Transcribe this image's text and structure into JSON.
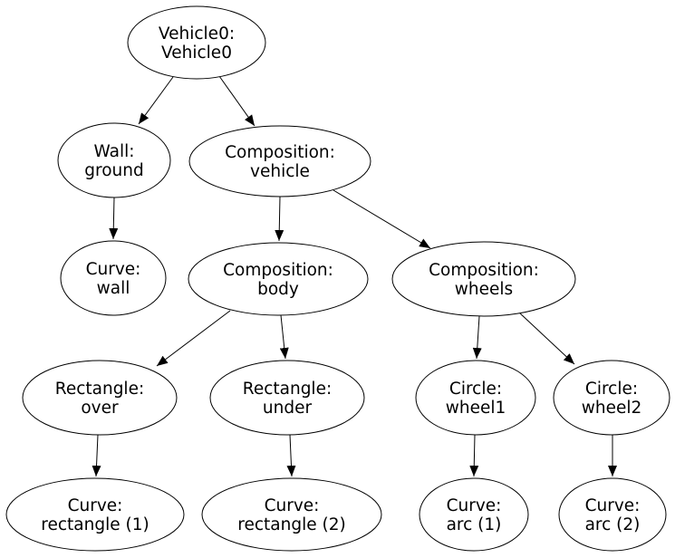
{
  "diagram": {
    "type": "directed-graph",
    "colors": {
      "background": "#ffffff",
      "stroke": "#000000",
      "text": "#000000"
    },
    "nodes": [
      {
        "id": "vehicle0",
        "line1": "Vehicle0:",
        "line2": "Vehicle0"
      },
      {
        "id": "wall-ground",
        "line1": "Wall:",
        "line2": "ground"
      },
      {
        "id": "composition-vehicle",
        "line1": "Composition:",
        "line2": "vehicle"
      },
      {
        "id": "curve-wall",
        "line1": "Curve:",
        "line2": "wall"
      },
      {
        "id": "composition-body",
        "line1": "Composition:",
        "line2": "body"
      },
      {
        "id": "composition-wheels",
        "line1": "Composition:",
        "line2": "wheels"
      },
      {
        "id": "rectangle-over",
        "line1": "Rectangle:",
        "line2": "over"
      },
      {
        "id": "rectangle-under",
        "line1": "Rectangle:",
        "line2": "under"
      },
      {
        "id": "circle-wheel1",
        "line1": "Circle:",
        "line2": "wheel1"
      },
      {
        "id": "circle-wheel2",
        "line1": "Circle:",
        "line2": "wheel2"
      },
      {
        "id": "curve-rectangle-1",
        "line1": "Curve:",
        "line2": "rectangle (1)"
      },
      {
        "id": "curve-rectangle-2",
        "line1": "Curve:",
        "line2": "rectangle (2)"
      },
      {
        "id": "curve-arc-1",
        "line1": "Curve:",
        "line2": "arc (1)"
      },
      {
        "id": "curve-arc-2",
        "line1": "Curve:",
        "line2": "arc (2)"
      }
    ],
    "edges": [
      {
        "from": "vehicle0",
        "to": "wall-ground"
      },
      {
        "from": "vehicle0",
        "to": "composition-vehicle"
      },
      {
        "from": "wall-ground",
        "to": "curve-wall"
      },
      {
        "from": "composition-vehicle",
        "to": "composition-body"
      },
      {
        "from": "composition-vehicle",
        "to": "composition-wheels"
      },
      {
        "from": "composition-body",
        "to": "rectangle-over"
      },
      {
        "from": "composition-body",
        "to": "rectangle-under"
      },
      {
        "from": "composition-wheels",
        "to": "circle-wheel1"
      },
      {
        "from": "composition-wheels",
        "to": "circle-wheel2"
      },
      {
        "from": "rectangle-over",
        "to": "curve-rectangle-1"
      },
      {
        "from": "rectangle-under",
        "to": "curve-rectangle-2"
      },
      {
        "from": "circle-wheel1",
        "to": "curve-arc-1"
      },
      {
        "from": "circle-wheel2",
        "to": "curve-arc-2"
      }
    ]
  }
}
